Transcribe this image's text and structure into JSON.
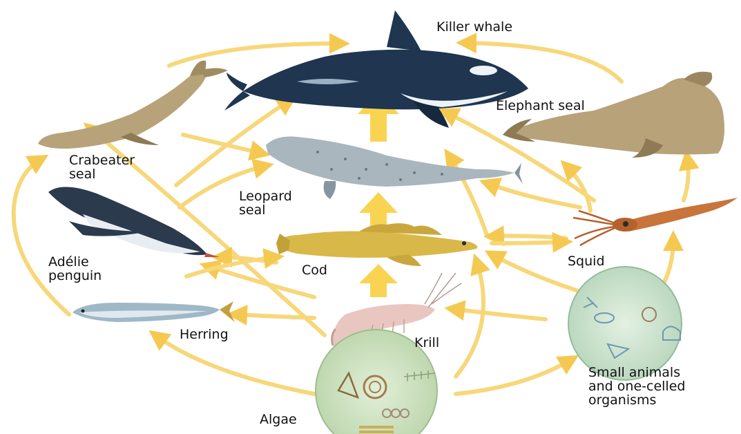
{
  "labels": {
    "killer_whale": "Killer whale",
    "elephant_seal": "Elephant seal",
    "crabeater_seal": "Crabeater\nseal",
    "leopard_seal": "Leopard\nseal",
    "adelie_penguin": "Adélie\npenguin",
    "cod": "Cod",
    "squid": "Squid",
    "herring": "Herring",
    "krill": "Krill",
    "algae": "Algae",
    "small_animals": "Small animals\nand one-celled\norganisms"
  },
  "colors": {
    "arrow": "#f7cf5e",
    "arrow_main": "#f9d24a",
    "whale_dark": "#1f3550",
    "seal_tan": "#b8a27a",
    "leopard_grey": "#a9b6bd",
    "penguin_dark": "#2c3a4d",
    "cod_gold": "#d9b84a",
    "squid_orange": "#c8743b",
    "herring_silver": "#9fb8c8",
    "krill_pink": "#e9c6c0",
    "algae_green": "#cfe3c7",
    "small_animals_green": "#cfe6d4"
  }
}
